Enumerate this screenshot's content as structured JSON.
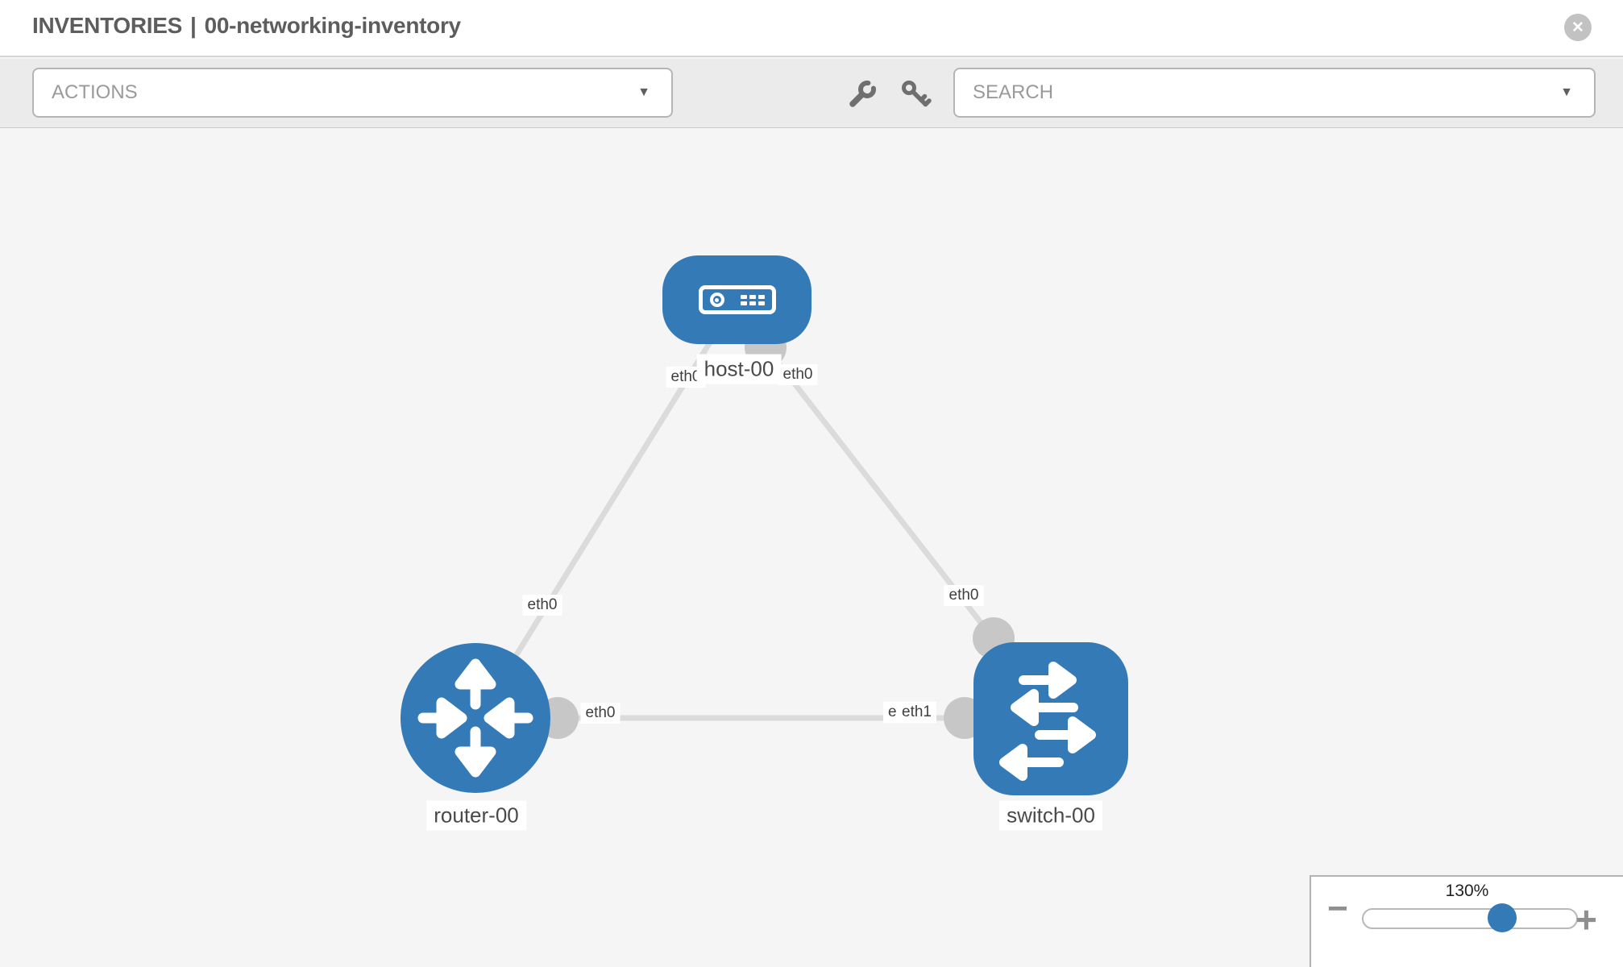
{
  "header": {
    "title_primary": "INVENTORIES",
    "separator": "|",
    "title_secondary": "00-networking-inventory",
    "close_glyph": "✕"
  },
  "toolbar": {
    "actions_label": "ACTIONS",
    "search_label": "SEARCH",
    "caret_glyph": "▼",
    "icons": [
      "wrench-icon",
      "key-icon"
    ]
  },
  "topology": {
    "nodes": [
      {
        "id": "host-00",
        "type": "host",
        "label": "host-00"
      },
      {
        "id": "router-00",
        "type": "router",
        "label": "router-00"
      },
      {
        "id": "switch-00",
        "type": "switch",
        "label": "switch-00"
      }
    ],
    "links": [
      {
        "from": "host-00",
        "from_iface": "eth0",
        "to": "router-00",
        "to_iface": "eth0"
      },
      {
        "from": "host-00",
        "from_iface": "eth0",
        "to": "switch-00",
        "to_iface": "eth0"
      },
      {
        "from": "router-00",
        "from_iface": "eth0",
        "to": "switch-00",
        "to_iface": "eth1"
      }
    ],
    "iface_labels": {
      "host_end_to_router": "eth0",
      "router_end_to_host": "eth0",
      "host_end_to_switch": "eth0",
      "switch_end_to_host": "eth0",
      "router_end_to_switch": "eth0",
      "switch_end_back": "eth0",
      "switch_end_front": "eth1"
    }
  },
  "zoom_control": {
    "level": "130%",
    "minus_glyph": "−",
    "plus_glyph": "+"
  },
  "colors": {
    "node_blue": "#337ab7",
    "link_gray": "#dbdbdb",
    "interface_dot_gray": "#c7c7c7",
    "canvas_bg": "#f5f5f5",
    "toolbar_bg": "#ebebeb"
  }
}
